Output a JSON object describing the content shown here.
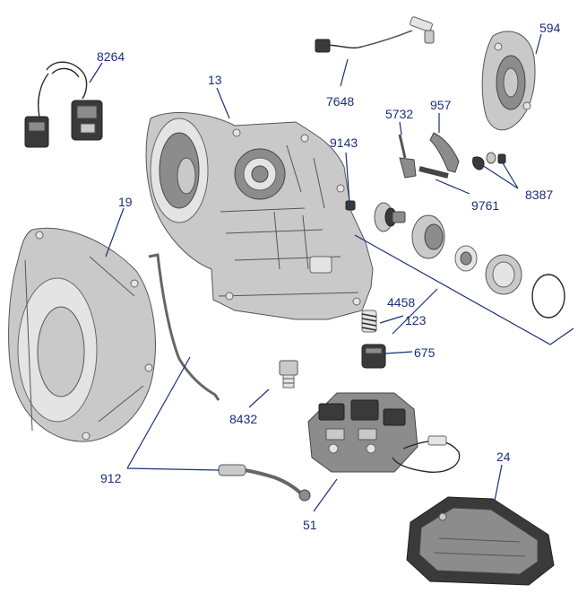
{
  "labels": {
    "p8264": "8264",
    "p13": "13",
    "p7648": "7648",
    "p594": "594",
    "p5732": "5732",
    "p957": "957",
    "p9143": "9143",
    "p8387": "8387",
    "p9761": "9761",
    "p19": "19",
    "p4458": "4458",
    "p123": "123",
    "p675": "675",
    "p8432": "8432",
    "p912": "912",
    "p24": "24",
    "p51": "51"
  },
  "colors": {
    "label": "#1a2f7a",
    "background": "#ffffff"
  }
}
